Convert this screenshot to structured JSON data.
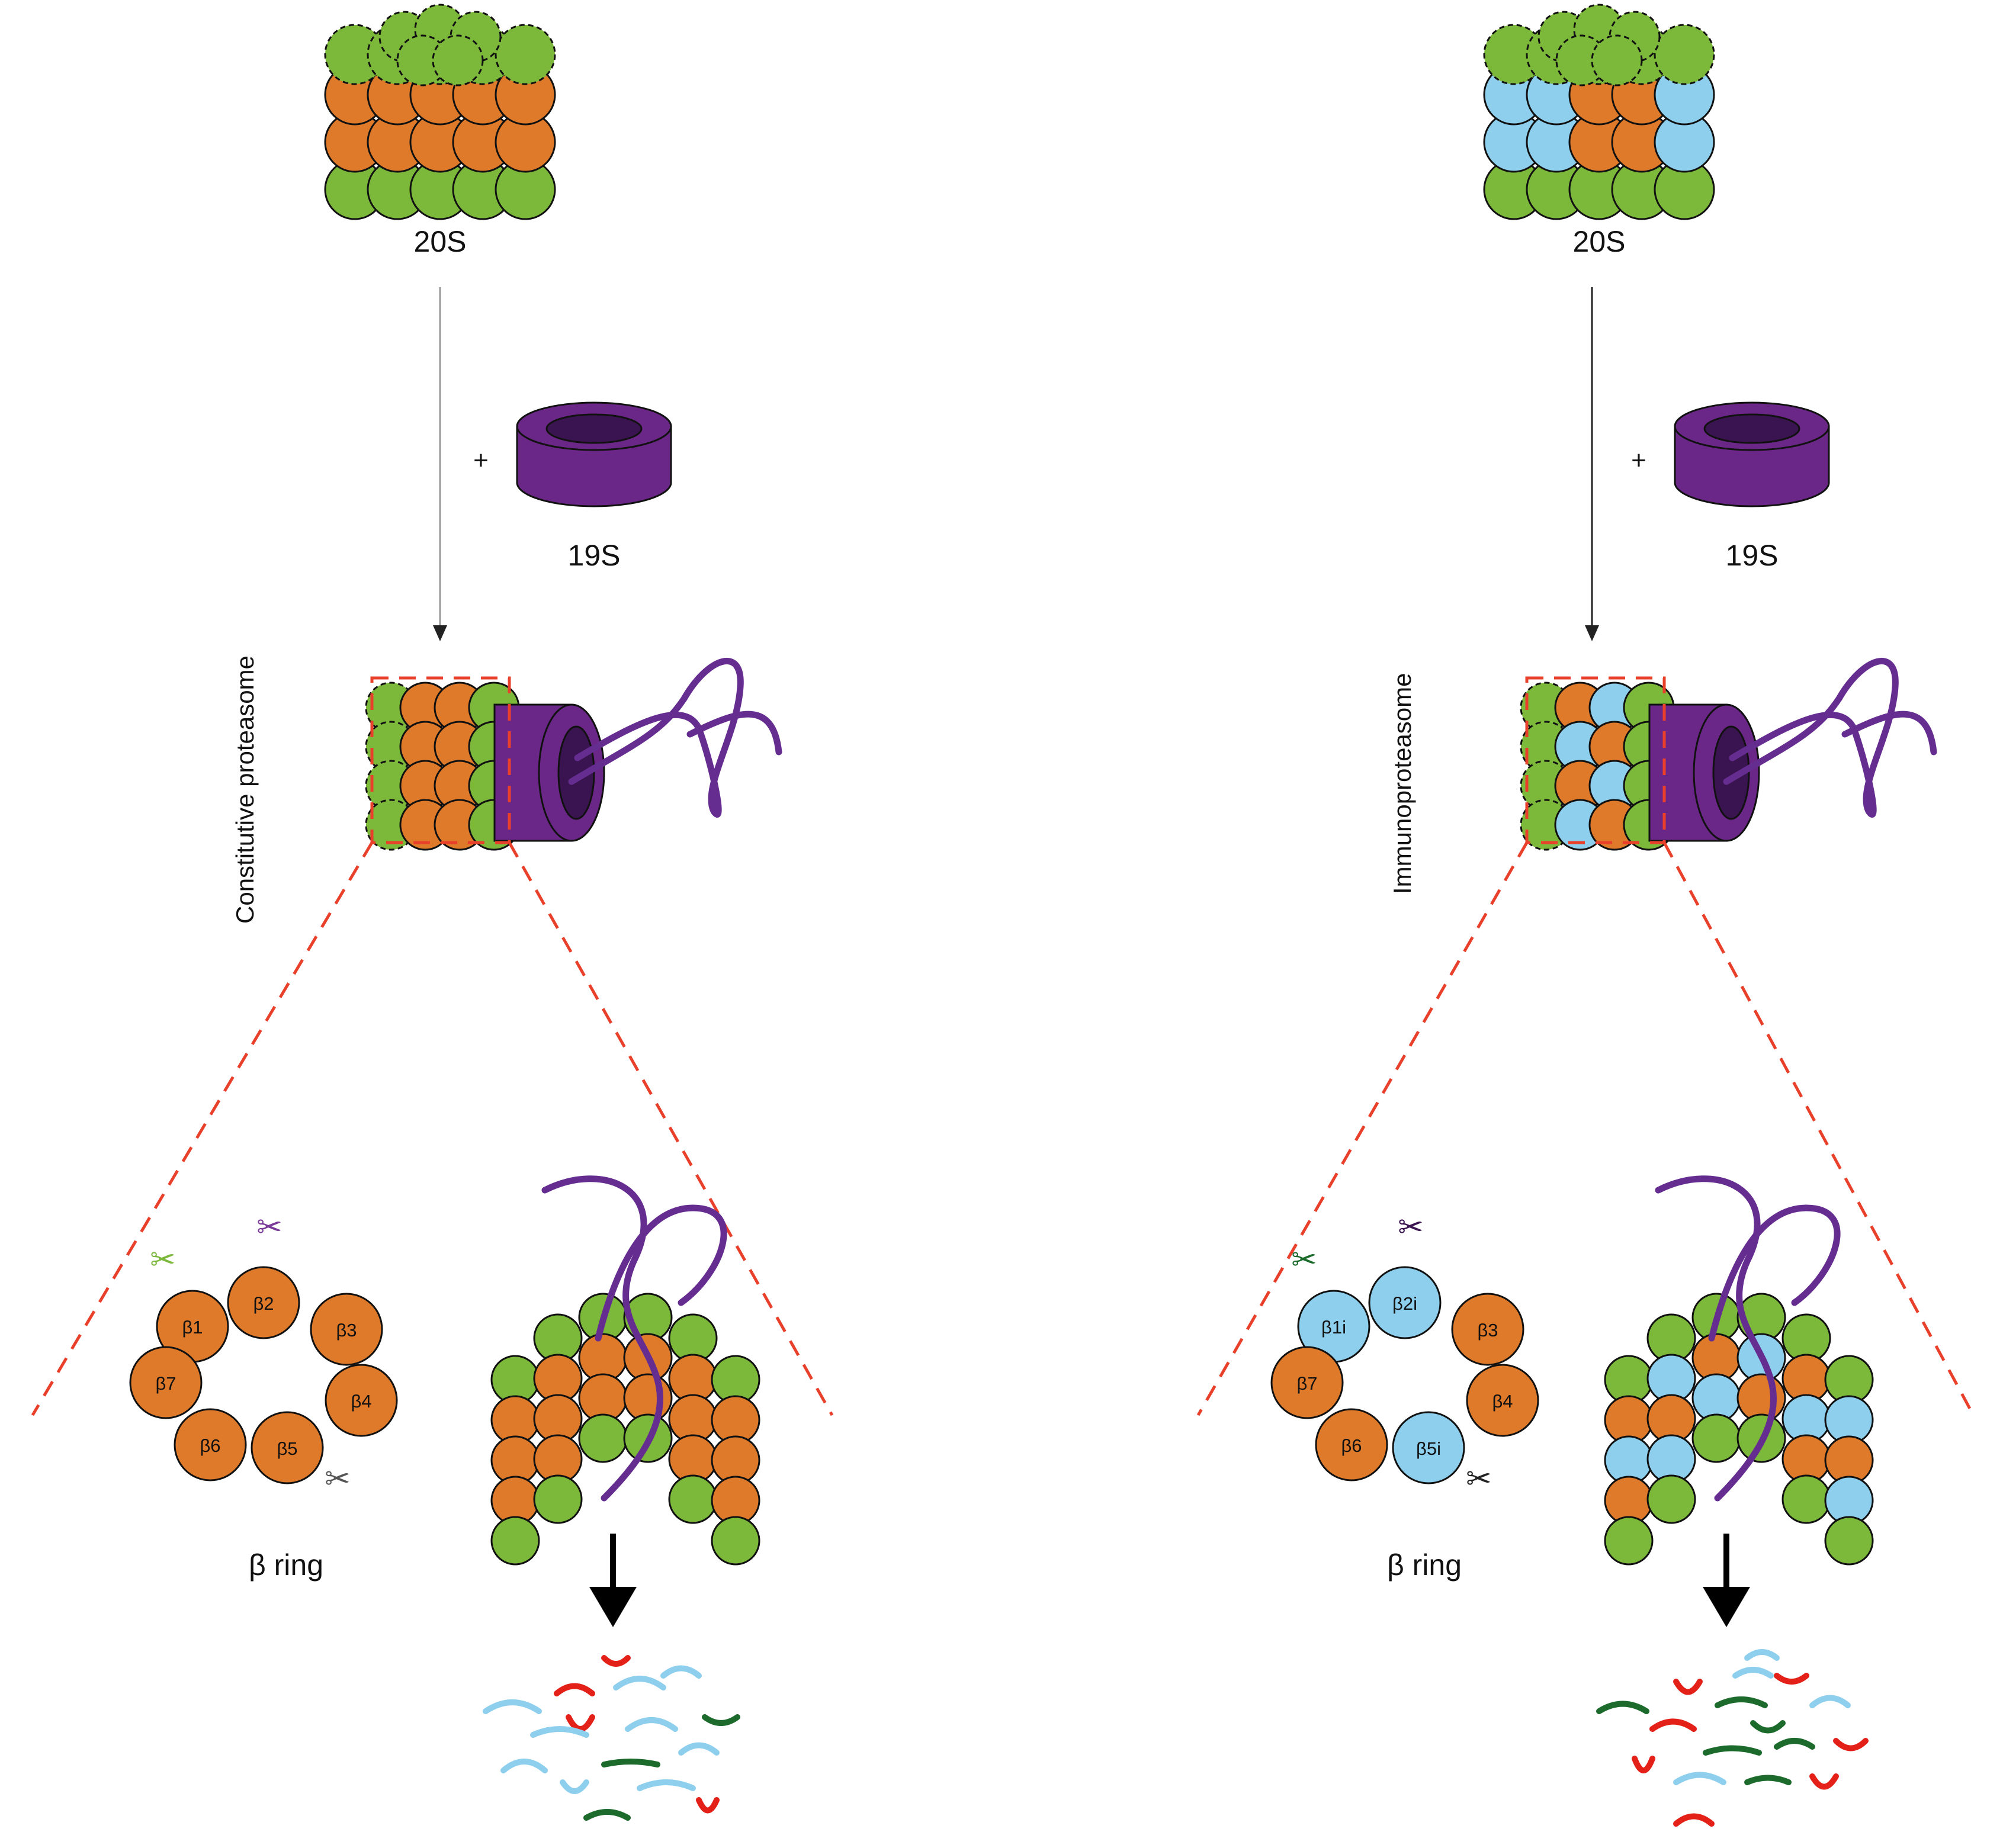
{
  "colors": {
    "alpha": "#7cb83a",
    "beta": "#df7a2b",
    "beta_i": "#8ecfee",
    "cap": "#6b2787",
    "cap_dark": "#3a1450",
    "strand": "#662d91",
    "zoom_line": "#e8402a",
    "frag_red": "#e32119",
    "frag_blue": "#8ecfee",
    "frag_green": "#1c6b2c"
  },
  "left": {
    "label_20s": "20S",
    "plus": "+",
    "label_19s": "19S",
    "title": "Constitutive proteasome",
    "ring_label": "β ring",
    "subunits": [
      "β1",
      "β2",
      "β3",
      "β4",
      "β5",
      "β6",
      "β7"
    ],
    "active_sites": [
      {
        "subunit": "β1",
        "icon": "scissors-icon",
        "color": "#7cb83a"
      },
      {
        "subunit": "β2",
        "icon": "scissors-icon",
        "color": "#7a3a9a"
      },
      {
        "subunit": "β5",
        "icon": "scissors-icon",
        "color": "#555555"
      }
    ]
  },
  "right": {
    "label_20s": "20S",
    "plus": "+",
    "label_19s": "19S",
    "title": "Immunoproteasome",
    "ring_label": "β ring",
    "subunits": [
      "β1i",
      "β2i",
      "β3",
      "β4",
      "β5i",
      "β6",
      "β7"
    ],
    "active_sites": [
      {
        "subunit": "β1i",
        "icon": "scissors-icon",
        "color": "#1c6b2c"
      },
      {
        "subunit": "β2i",
        "icon": "scissors-icon",
        "color": "#3a1450"
      },
      {
        "subunit": "β5i",
        "icon": "scissors-icon",
        "color": "#222222"
      }
    ]
  }
}
